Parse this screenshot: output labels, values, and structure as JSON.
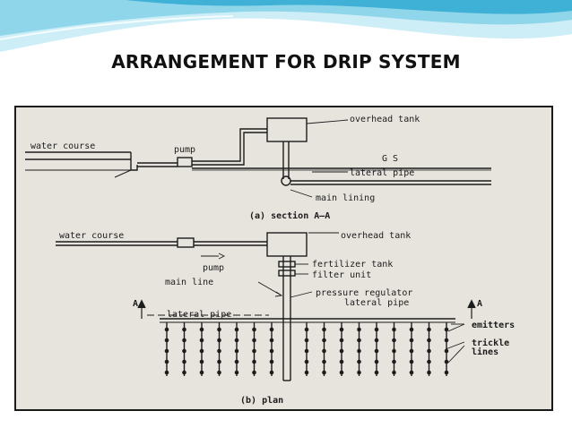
{
  "slide": {
    "title": "ARRANGEMENT FOR DRIP  SYSTEM",
    "colors": {
      "swoosh_light": "#cdeef7",
      "swoosh_mid": "#7fd0e8",
      "swoosh_dark": "#2aa3cc",
      "title": "#111111"
    }
  },
  "diagram": {
    "section": {
      "water_course": "water course",
      "pump": "pump",
      "overhead_tank": "overhead tank",
      "gs": "G S",
      "lateral_pipe": "lateral pipe",
      "main_lining": "main lining",
      "caption": "(a) section A—A"
    },
    "plan": {
      "water_course": "water course",
      "pump": "pump",
      "overhead_tank": "overhead tank",
      "fertilizer_tank": "fertilizer tank",
      "filter_unit": "filter unit",
      "main_line": "main line",
      "pressure_regulator": "pressure regulator",
      "lateral_pipe_left": "lateral pipe",
      "lateral_pipe_right": "lateral pipe",
      "section_marker_left": "A",
      "section_marker_right": "A",
      "emitters": "emitters",
      "trickle_lines": "trickle lines",
      "caption": "(b) plan"
    }
  }
}
